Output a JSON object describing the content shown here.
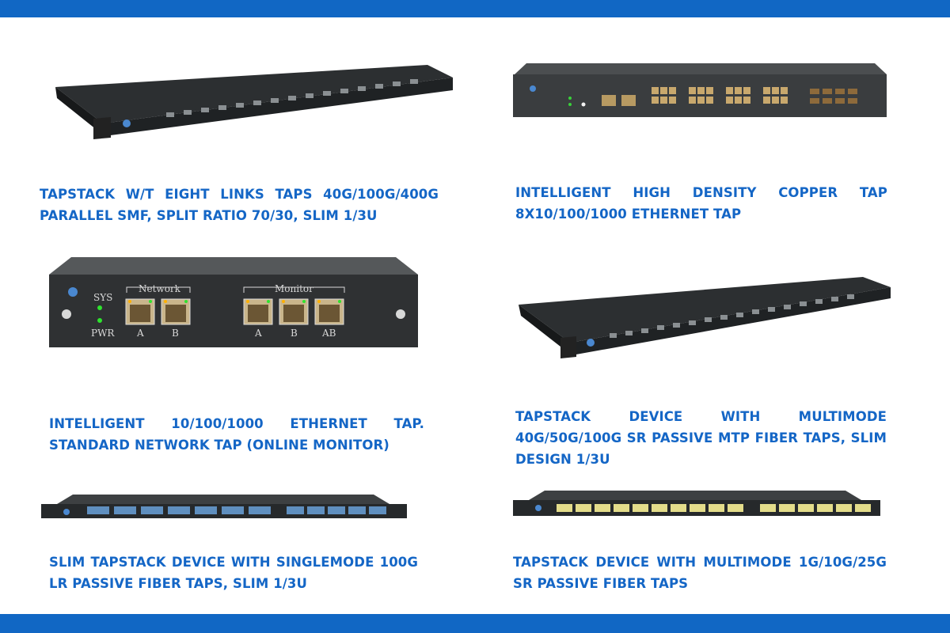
{
  "products": [
    {
      "caption": "TAPSTACK W/T EIGHT LINKS TAPS 40G/100G/400G PARALLEL SMF, SPLIT RATIO 70/30, SLIM 1/3U"
    },
    {
      "caption": "INTELLIGENT HIGH DENSITY COPPER TAP 8X10/100/1000 ETHERNET TAP"
    },
    {
      "caption": "INTELLIGENT 10/100/1000 ETHERNET TAP. STANDARD NETWORK TAP (ONLINE MONITOR)"
    },
    {
      "caption": "TAPSTACK DEVICE WITH MULTIMODE 40G/50G/100G SR PASSIVE MTP FIBER TAPS, SLIM DESIGN 1/3U"
    },
    {
      "caption": "SLIM TAPSTACK DEVICE WITH SINGLEMODE 100G LR PASSIVE FIBER TAPS, SLIM 1/3U"
    },
    {
      "caption": "TAPSTACK DEVICE WITH MULTIMODE 1G/10G/25G SR PASSIVE FIBER TAPS"
    }
  ],
  "tap_panel": {
    "network_label": "Network",
    "monitor_label": "Monitor",
    "sys_label": "SYS",
    "pwr_label": "PWR",
    "port_a": "A",
    "port_b": "B",
    "port_ab": "AB"
  },
  "colors": {
    "band": "#1167c4",
    "caption": "#1466c6",
    "chassis": "#3a3d3f"
  }
}
